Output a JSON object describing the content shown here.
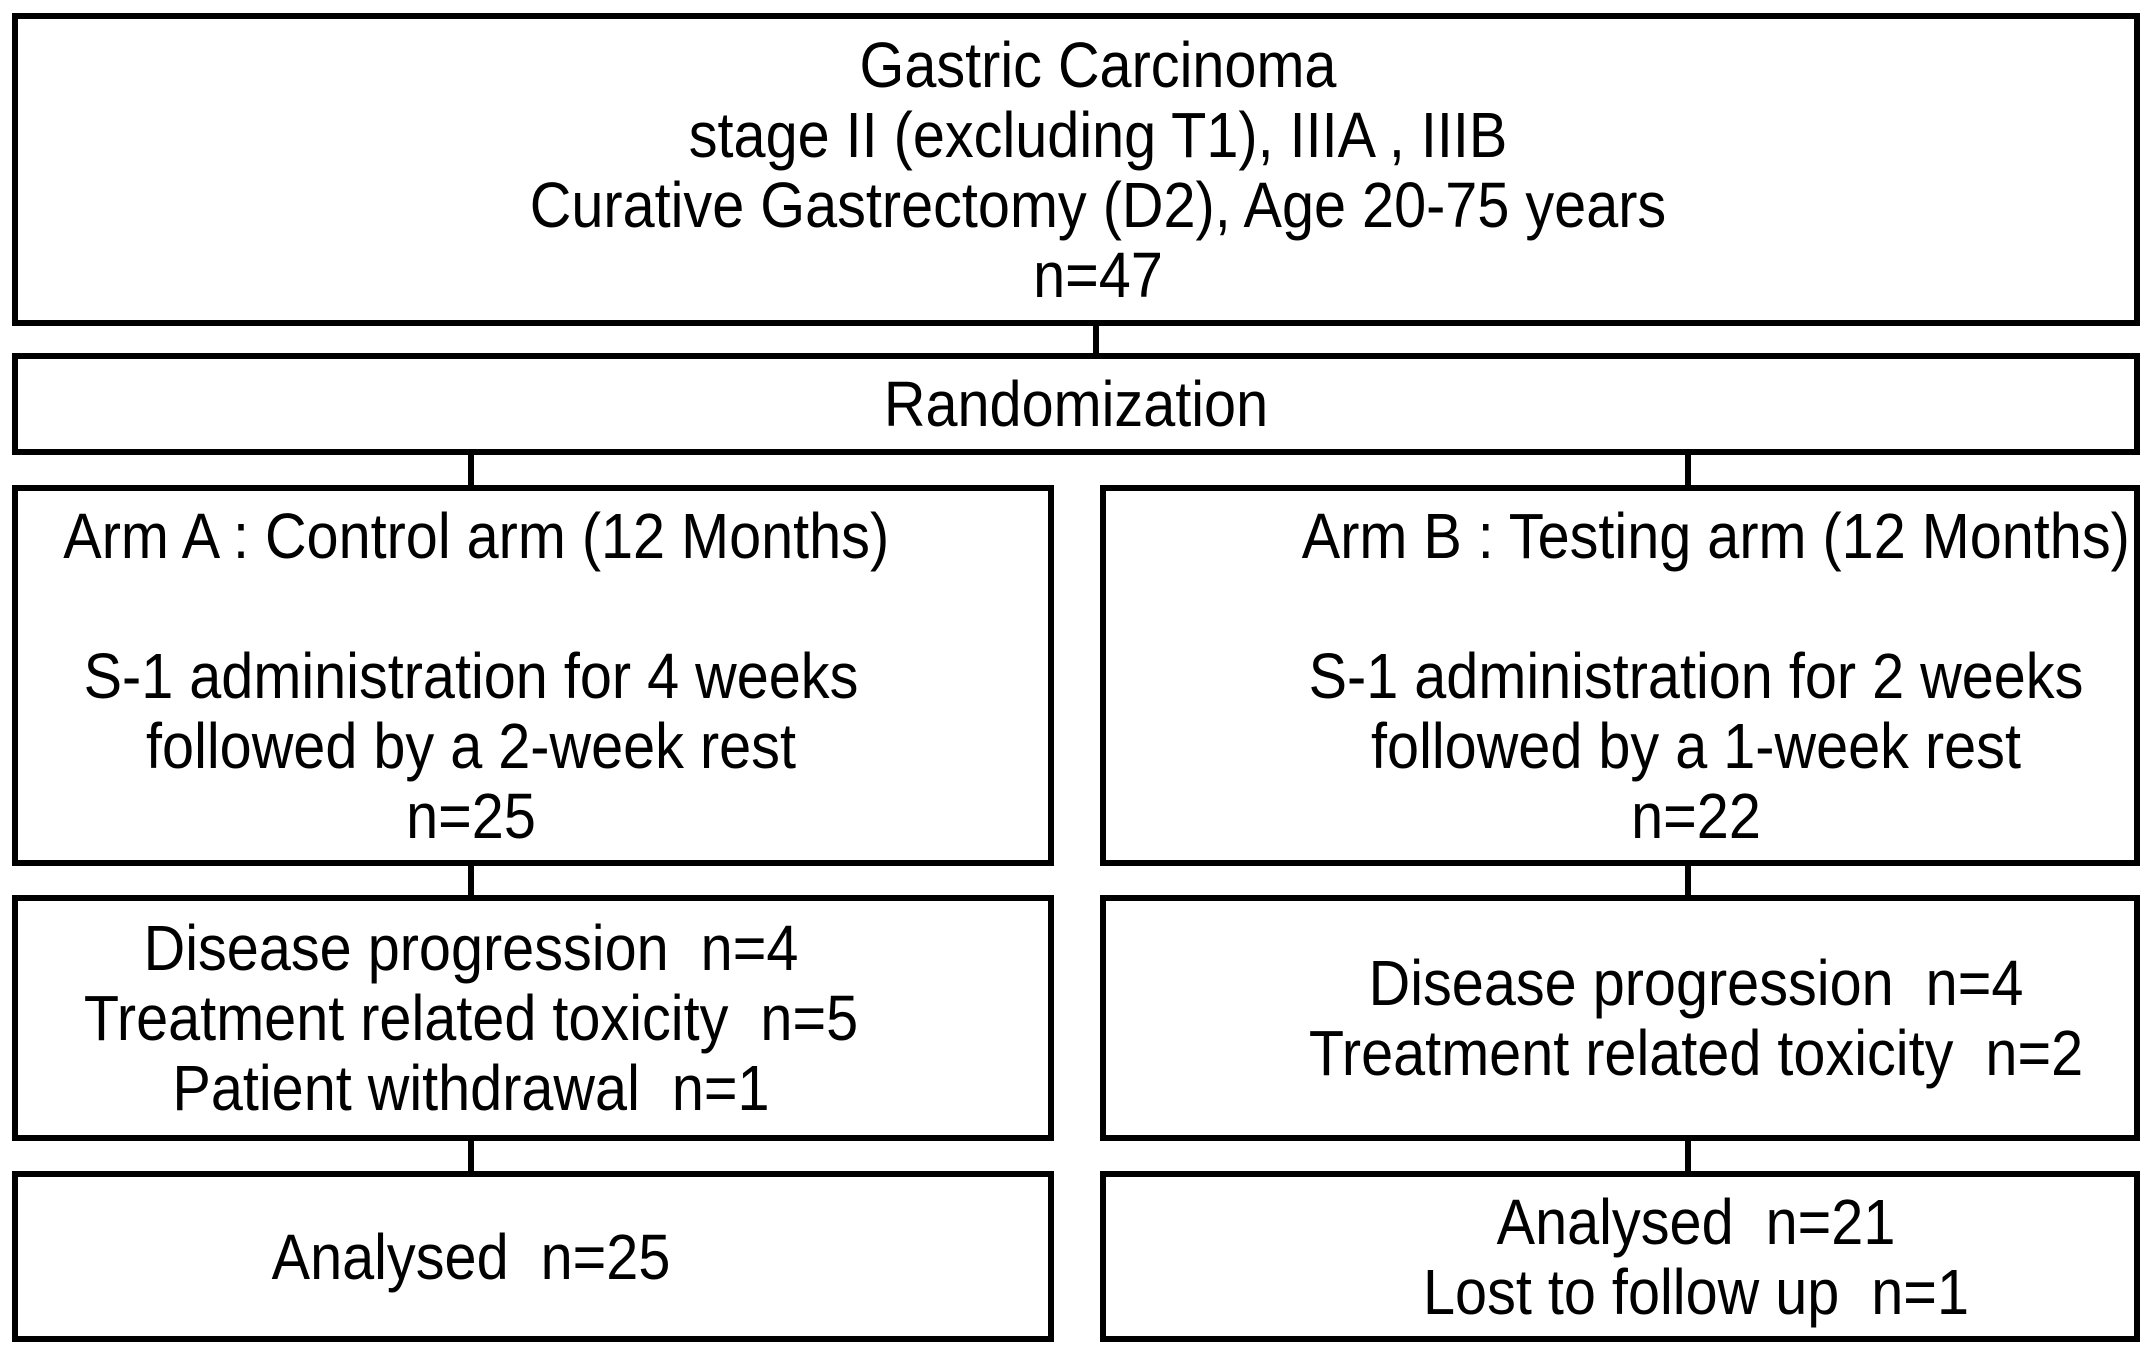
{
  "figure": {
    "type": "consort-flow-diagram",
    "colors": {
      "line": "#000000",
      "background": "#ffffff",
      "text": "#000000"
    }
  },
  "boxes": {
    "enrollment": {
      "lines": [
        "Gastric Carcinoma",
        "stage II (excluding T1), IIIA , IIIB",
        "Curative Gastrectomy (D2), Age 20-75 years",
        "n=47"
      ]
    },
    "randomization": {
      "lines": [
        "Randomization"
      ]
    },
    "arm_a": {
      "lines": [
        "Arm A : Control arm (12 Months)",
        "",
        "S-1 administration for 4 weeks",
        "followed by a 2-week rest",
        "n=25"
      ]
    },
    "arm_b": {
      "lines": [
        "Arm B : Testing arm (12 Months)",
        "",
        "S-1 administration for 2 weeks",
        "followed by a 1-week rest",
        "n=22"
      ]
    },
    "arm_a_withdrawals": {
      "lines": [
        "Disease progression  n=4",
        "Treatment related toxicity  n=5",
        "Patient withdrawal  n=1"
      ]
    },
    "arm_b_withdrawals": {
      "lines": [
        "Disease progression  n=4",
        "Treatment related toxicity  n=2"
      ]
    },
    "arm_a_analysed": {
      "lines": [
        "Analysed  n=25"
      ]
    },
    "arm_b_analysed": {
      "lines": [
        "Analysed  n=21",
        "Lost to follow up  n=1"
      ]
    }
  }
}
